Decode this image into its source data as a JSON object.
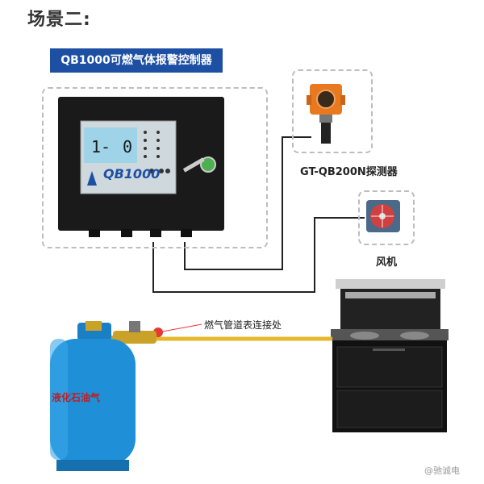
{
  "scene_title": "场景二:",
  "controller": {
    "banner": "QB1000可燃气体报警控制器",
    "model": "QB1000",
    "lcd_left": "1-",
    "lcd_right": "0"
  },
  "detector": {
    "label": "GT-QB200N探测器"
  },
  "fan": {
    "label": "风机"
  },
  "pipe": {
    "label": "燃气管道表连接处"
  },
  "tank": {
    "label": "液化石油气"
  },
  "watermark": "@驰诚电",
  "colors": {
    "banner": "#1d4fa3",
    "wire": "#222222",
    "pipe": "#e5b82b",
    "tank": "#1f8fd8",
    "detector": "#e8791f"
  }
}
